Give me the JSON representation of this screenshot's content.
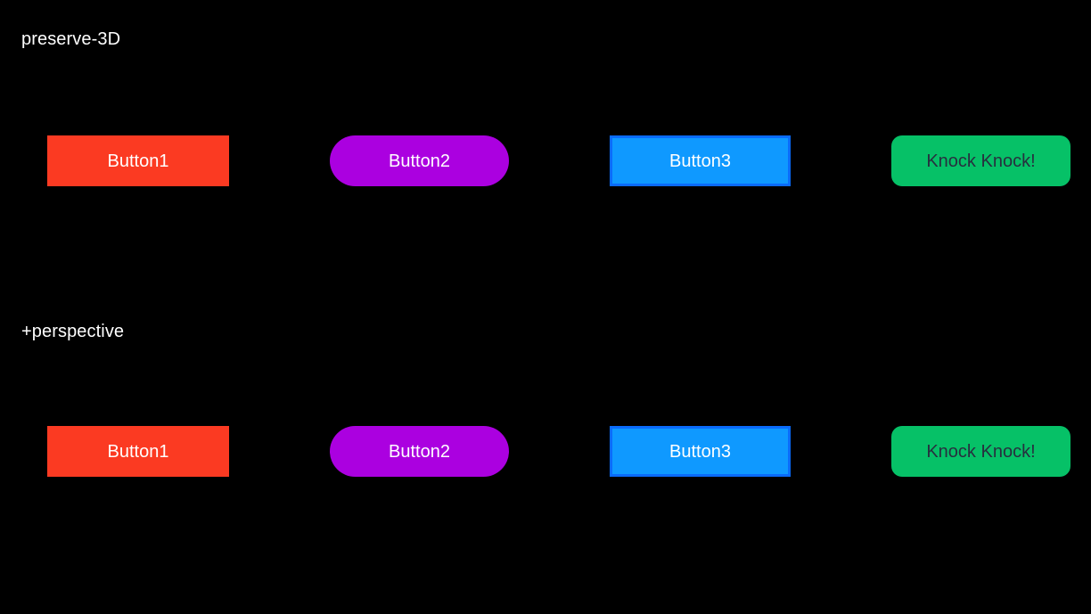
{
  "page": {
    "background_color": "#000000",
    "text_color": "#ffffff"
  },
  "sections": [
    {
      "id": "preserve-3d",
      "label": "preserve-3D",
      "buttons": [
        {
          "name": "button1",
          "label": "Button1",
          "bg": "#fb3a22",
          "fg": "#ffffff",
          "shape": "rectangle"
        },
        {
          "name": "button2",
          "label": "Button2",
          "bg": "#ab00e0",
          "fg": "#ffffff",
          "shape": "pill"
        },
        {
          "name": "button3",
          "label": "Button3",
          "bg": "#0f99ff",
          "fg": "#ffffff",
          "border": "#0a6bfb",
          "shape": "rectangle-bordered"
        },
        {
          "name": "knock-knock",
          "label": "Knock Knock!",
          "bg": "#06c167",
          "fg": "#27303f",
          "shape": "rounded"
        }
      ]
    },
    {
      "id": "perspective",
      "label": "+perspective",
      "buttons": [
        {
          "name": "button1",
          "label": "Button1",
          "bg": "#fb3a22",
          "fg": "#ffffff",
          "shape": "rectangle"
        },
        {
          "name": "button2",
          "label": "Button2",
          "bg": "#ab00e0",
          "fg": "#ffffff",
          "shape": "pill"
        },
        {
          "name": "button3",
          "label": "Button3",
          "bg": "#0f99ff",
          "fg": "#ffffff",
          "border": "#0a6bfb",
          "shape": "rectangle-bordered"
        },
        {
          "name": "knock-knock",
          "label": "Knock Knock!",
          "bg": "#06c167",
          "fg": "#27303f",
          "shape": "rounded"
        }
      ]
    }
  ]
}
